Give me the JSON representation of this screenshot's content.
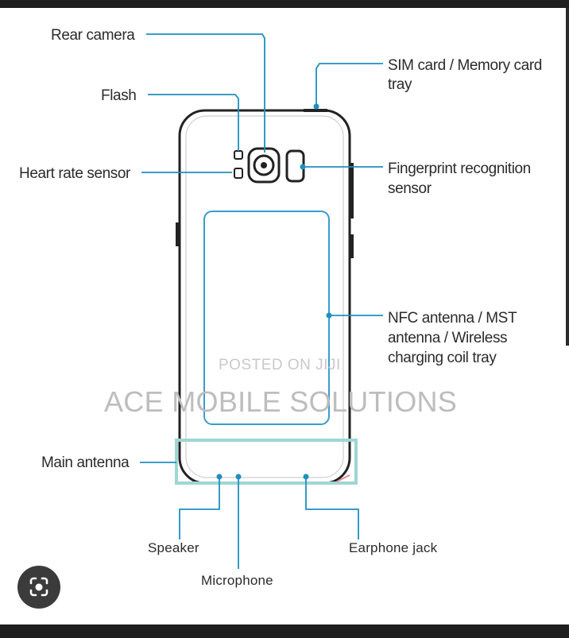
{
  "labels": {
    "rear_camera": "Rear camera",
    "flash": "Flash",
    "heart_rate_sensor": "Heart rate sensor",
    "sim_tray": [
      "SIM card / Memory card",
      "tray"
    ],
    "fingerprint_sensor": [
      "Fingerprint recognition",
      "sensor"
    ],
    "nfc_antenna": [
      "NFC antenna / MST",
      "antenna / Wireless",
      "charging coil tray"
    ],
    "main_antenna": "Main antenna",
    "speaker": "Speaker",
    "microphone": "Microphone",
    "earphone_jack": "Earphone jack"
  },
  "watermarks": {
    "posted": "POSTED ON JIJI",
    "brand": "ACE MOBILE SOLUTIONS"
  },
  "colors": {
    "leader": "#1f8fc0",
    "highlight_box": "#9fd6d3",
    "phone_outline": "#222222",
    "coil_outline": "#3a9ccc"
  },
  "icons": {
    "lens_button": "lens-search-icon"
  }
}
